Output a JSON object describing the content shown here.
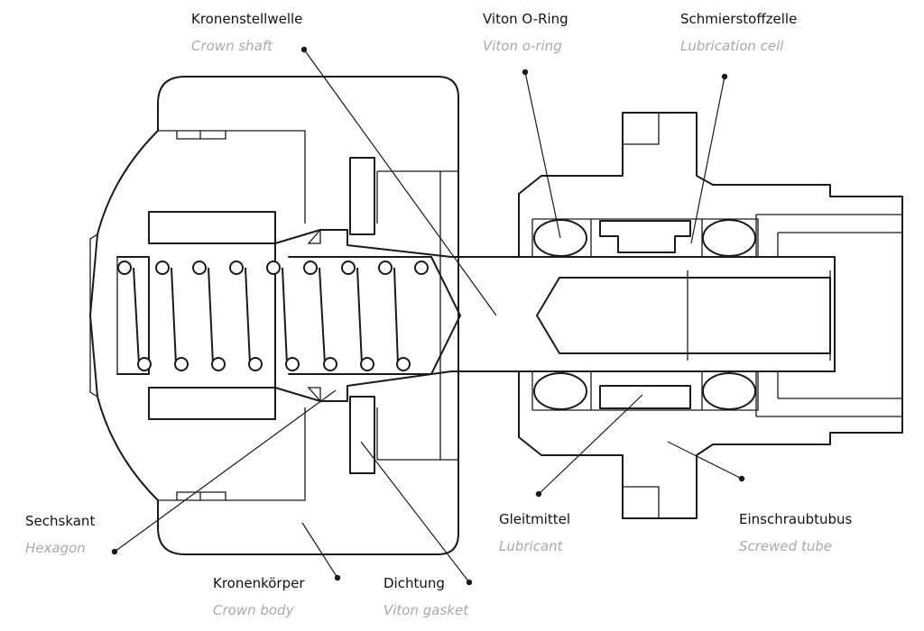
{
  "colors": {
    "seal_green": "#138a45",
    "lubricant_red": "#d42a2a",
    "outline": "#1a1a1a",
    "label_de": "#111111",
    "label_en": "#a9a9a9"
  },
  "labels": {
    "kronenstellwelle": {
      "de": "Kronenstellwelle",
      "en": "Crown shaft"
    },
    "viton_oring": {
      "de": "Viton O-Ring",
      "en": "Viton o-ring"
    },
    "schmierstoffzelle": {
      "de": "Schmierstoffzelle",
      "en": "Lubrication cell"
    },
    "sechskant": {
      "de": "Sechskant",
      "en": "Hexagon"
    },
    "kronenkoerper": {
      "de": "Kronenkörper",
      "en": "Crown body"
    },
    "dichtung": {
      "de": "Dichtung",
      "en": "Viton gasket"
    },
    "gleitmittel": {
      "de": "Gleitmittel",
      "en": "Lubricant"
    },
    "einschraubtubus": {
      "de": "Einschraubtubus",
      "en": "Screwed tube"
    }
  }
}
